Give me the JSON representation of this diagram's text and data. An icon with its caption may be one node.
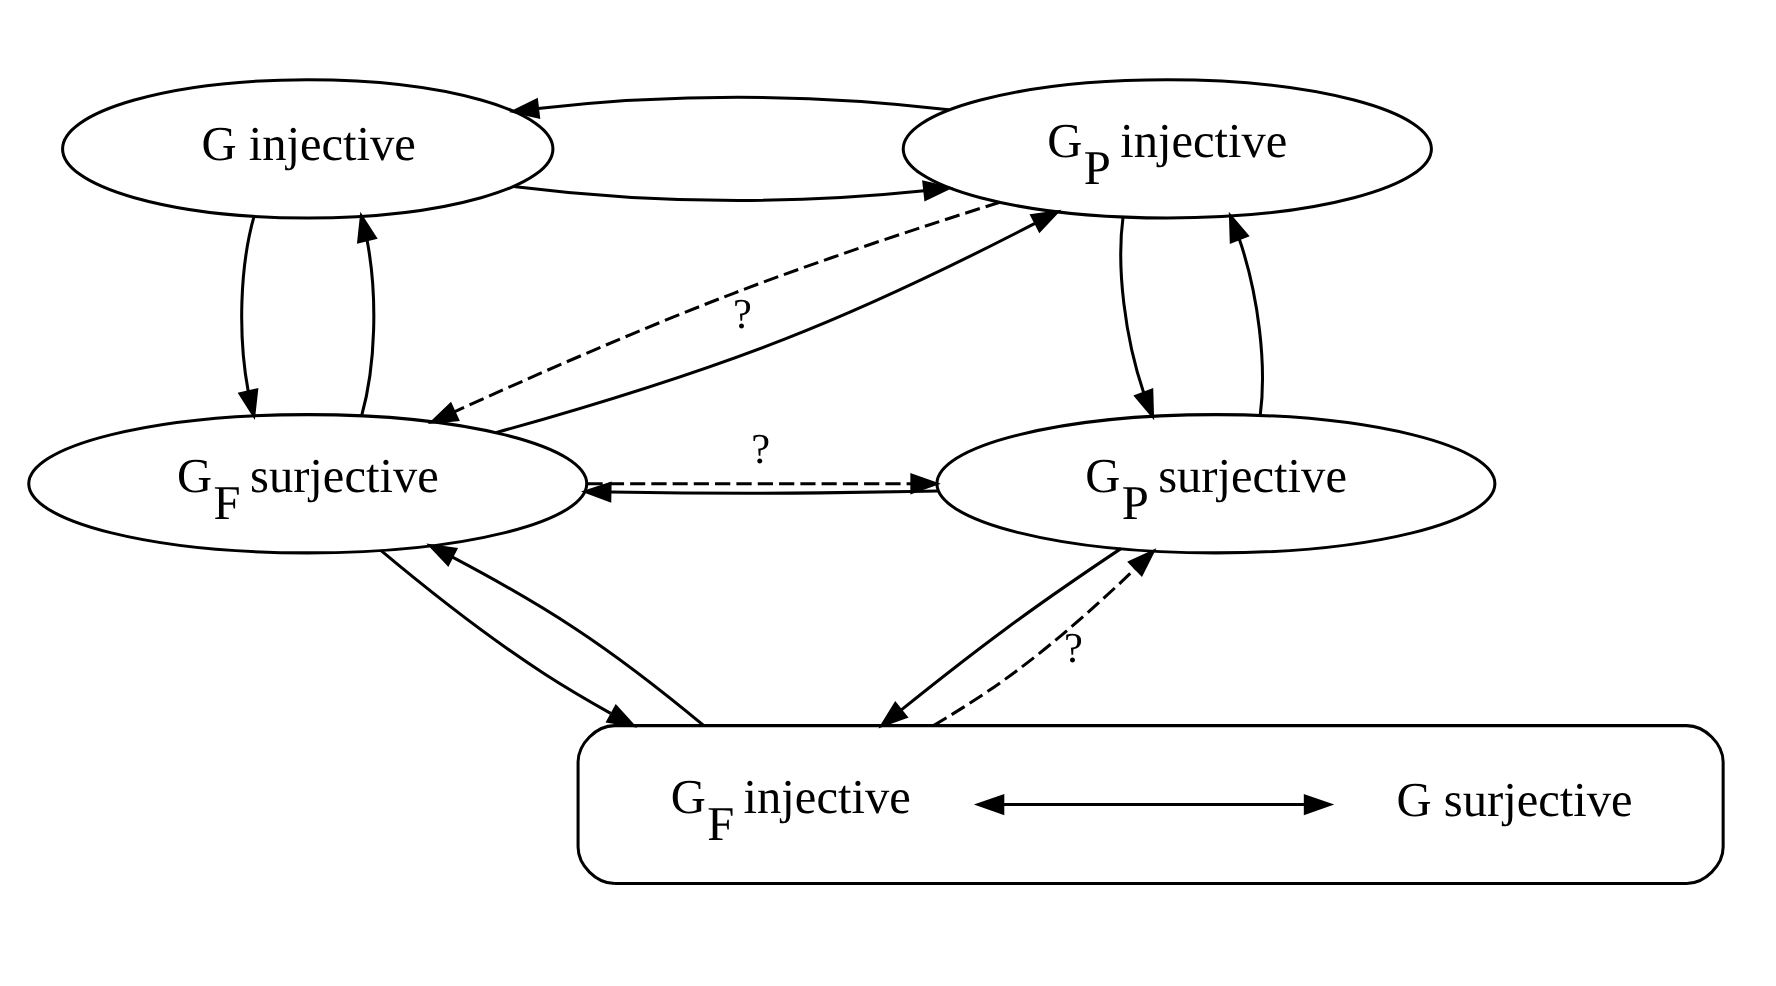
{
  "diagram": {
    "nodes": [
      {
        "text": [
          "G injective"
        ]
      },
      {
        "text": [
          "G$_{P}$ injective"
        ]
      },
      {
        "text": [
          "G$_{F}$ surjective"
        ]
      },
      {
        "text": [
          "G$_{P}$ surjective"
        ]
      },
      {
        "text": [],
        "shape": "ellipse"
      },
      {
        "text": [
          "G$_{F}$ injective"
        ],
        "in": 4
      },
      {
        "text": [
          "G surjective"
        ],
        "in": 4
      }
    ],
    "edges": [
      {
        "from": 0,
        "to": 1,
        "arrow": "to"
      },
      {
        "from": 1,
        "to": 0,
        "arrow": "to"
      },
      {
        "from": 0,
        "to": 2,
        "arrow": "to"
      },
      {
        "from": 2,
        "to": 0,
        "arrow": "to"
      },
      {
        "from": 1,
        "to": 2,
        "arrow": "to",
        "style": "dashed",
        "label": "?"
      },
      {
        "from": 2,
        "to": 1,
        "arrow": "to"
      },
      {
        "from": 3,
        "to": 2,
        "arrow": "to"
      },
      {
        "from": 2,
        "to": 3,
        "arrow": "to",
        "style": "dashed",
        "label": "?"
      },
      {
        "from": 1,
        "to": 3,
        "arrow": "to"
      },
      {
        "from": 3,
        "to": 1,
        "arrow": "to"
      },
      {
        "from": 2,
        "to": 4,
        "arrow": "to"
      },
      {
        "from": 4,
        "to": 2,
        "arrow": "to"
      },
      {
        "from": 3,
        "to": 4,
        "arrow": "to"
      },
      {
        "from": 4,
        "to": 3,
        "arrow": "to",
        "style": "dashed",
        "label": "?"
      },
      {
        "from": 5,
        "to": 6,
        "arrow": "both"
      }
    ]
  }
}
